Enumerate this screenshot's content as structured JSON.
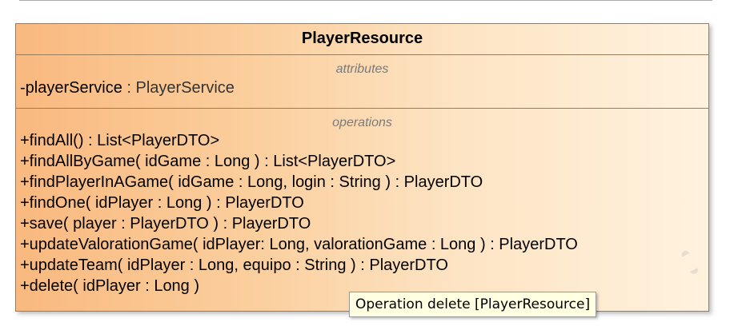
{
  "diagram": {
    "class_name": "PlayerResource",
    "attributes_label": "attributes",
    "operations_label": "operations",
    "attributes": [
      {
        "name": "-playerService",
        "sep": " : ",
        "type": "PlayerService"
      }
    ],
    "operations": [
      "+findAll() : List<PlayerDTO>",
      "+findAllByGame( idGame : Long ) : List<PlayerDTO>",
      "+findPlayerInAGame( idGame : Long, login : String ) : PlayerDTO",
      "+findOne( idPlayer : Long ) : PlayerDTO",
      "+save( player : PlayerDTO ) : PlayerDTO",
      "+updateValorationGame( idPlayer: Long, valorationGame : Long ) : PlayerDTO",
      "+updateTeam( idPlayer : Long, equipo : String ) : PlayerDTO",
      "+delete( idPlayer : Long )"
    ]
  },
  "tooltip": {
    "text": "Operation delete [PlayerResource]"
  },
  "colors": {
    "gradient_start": "#f9b97f",
    "gradient_end": "#fff2de",
    "border": "#9a7b5a",
    "tooltip_bg": "#ffffe1",
    "compartment_label": "#7a7a7a"
  }
}
